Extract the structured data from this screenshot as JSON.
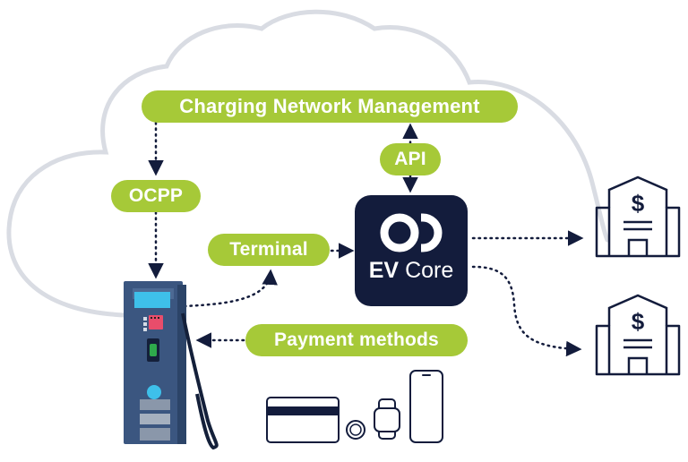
{
  "labels": {
    "network_management": "Charging Network Management",
    "api": "API",
    "ocpp": "OCPP",
    "terminal": "Terminal",
    "payment_methods": "Payment methods",
    "ev": "EV",
    "core": "Core"
  },
  "colors": {
    "accent_green": "#a6c938",
    "navy": "#131c3c",
    "cloud_gray": "#d9dce3",
    "charger_body": "#3b5680",
    "charger_screen": "#3ec0ea"
  },
  "icons": [
    "cloud-outline",
    "ev-charger-icon",
    "ev-core-logo",
    "bank-icon",
    "credit-card-icon",
    "coin-icon",
    "smartwatch-icon",
    "smartphone-icon"
  ]
}
